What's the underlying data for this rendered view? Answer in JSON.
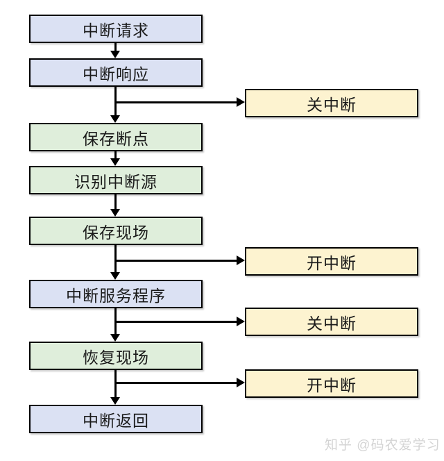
{
  "diagram": {
    "type": "flowchart",
    "title_meaning": "interrupt handling process",
    "main_nodes": [
      {
        "id": "interrupt-request",
        "label": "中断请求",
        "fill": "#dbe1f3"
      },
      {
        "id": "interrupt-response",
        "label": "中断响应",
        "fill": "#dbe1f3"
      },
      {
        "id": "save-breakpoint",
        "label": "保存断点",
        "fill": "#dfeedb"
      },
      {
        "id": "identify-interrupt-source",
        "label": "识别中断源",
        "fill": "#dfeedb"
      },
      {
        "id": "save-context",
        "label": "保存现场",
        "fill": "#dfeedb"
      },
      {
        "id": "interrupt-service-routine",
        "label": "中断服务程序",
        "fill": "#dbe1f3"
      },
      {
        "id": "restore-context",
        "label": "恢复现场",
        "fill": "#dfeedb"
      },
      {
        "id": "interrupt-return",
        "label": "中断返回",
        "fill": "#dbe1f3"
      }
    ],
    "side_nodes": [
      {
        "id": "disable-interrupt-1",
        "label": "关中断",
        "fill": "#fdf3d0",
        "branch_from": "中断响应 → 保存断点"
      },
      {
        "id": "enable-interrupt-1",
        "label": "开中断",
        "fill": "#fdf3d0",
        "branch_from": "保存现场 → 中断服务程序"
      },
      {
        "id": "disable-interrupt-2",
        "label": "关中断",
        "fill": "#fdf3d0",
        "branch_from": "中断服务程序 → 恢复现场"
      },
      {
        "id": "enable-interrupt-2",
        "label": "开中断",
        "fill": "#fdf3d0",
        "branch_from": "恢复现场 → 中断返回"
      }
    ],
    "colors": {
      "border": "#000000",
      "text": "#1a1a1a",
      "arrow": "#000000",
      "background": "#ffffff"
    }
  },
  "watermark": {
    "text": "知乎 @码农爱学习",
    "color": "#d4d4d4"
  }
}
